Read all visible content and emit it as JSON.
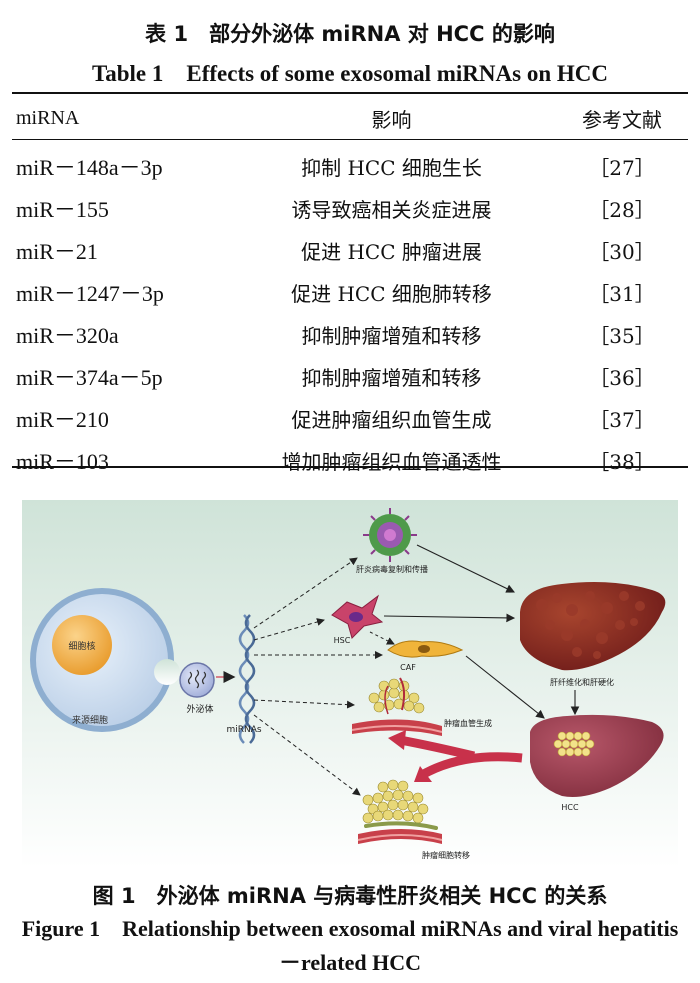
{
  "table": {
    "title_cn": "表 1　部分外泌体 miRNA 对 HCC 的影响",
    "title_en": "Table 1　Effects of some exosomal miRNAs on HCC",
    "headers": [
      "miRNA",
      "影响",
      "参考文献"
    ],
    "rows": [
      [
        "miR－148a－3p",
        "抑制 HCC 细胞生长",
        "［27］"
      ],
      [
        "miR－155",
        "诱导致癌相关炎症进展",
        "［28］"
      ],
      [
        "miR－21",
        "促进 HCC 肿瘤进展",
        "［30］"
      ],
      [
        "miR－1247－3p",
        "促进 HCC 细胞肺转移",
        "［31］"
      ],
      [
        "miR－320a",
        "抑制肿瘤增殖和转移",
        "［35］"
      ],
      [
        "miR－374a－5p",
        "抑制肿瘤增殖和转移",
        "［36］"
      ],
      [
        "miR－210",
        "促进肿瘤组织血管生成",
        "［37］"
      ],
      [
        "miR－103",
        "增加肿瘤组织血管通透性",
        "［38］"
      ]
    ]
  },
  "figure": {
    "labels": {
      "nucleus": "细胞核",
      "source_cell": "来源细胞",
      "exosome": "外泌体",
      "mirnas": "miRNAs",
      "virus": "肝炎病毒复制和传播",
      "hsc": "HSC",
      "caf": "CAF",
      "fibrosis": "肝纤维化和肝硬化",
      "angiogenesis": "肿瘤血管生成",
      "hcc": "HCC",
      "metastasis": "肿瘤细胞转移"
    },
    "colors": {
      "bg_top": "#cfe3d8",
      "bg_bottom": "#ffffff",
      "cell_fill": "#cfe0f2",
      "nucleus_fill": "#f4b44a",
      "liver_dark": "#7a1d1d",
      "arrow_red": "#c8314a"
    }
  },
  "caption": {
    "cn": "图 1　外泌体 miRNA 与病毒性肝炎相关 HCC 的关系",
    "en": "Figure 1　Relationship between exosomal miRNAs and viral hepatitis－related HCC"
  }
}
